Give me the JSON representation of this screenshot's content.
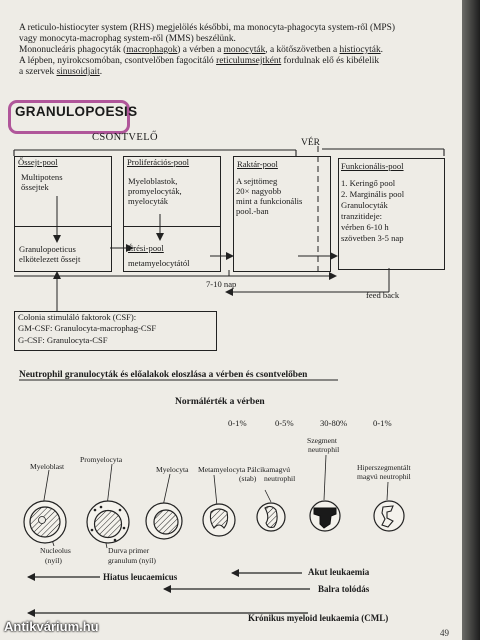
{
  "intro": {
    "l1": "A reticulo-histiocyter system (RHS) megjelölés későbbi, ma monocyta-phagocyta system-ről (MPS)",
    "l2": "vagy monocyta-macrophag system-ről (MMS) beszélünk.",
    "l3a": "Mononucleáris phagocyták (",
    "l3b": "macrophagok",
    "l3c": ") a vérben a ",
    "l3d": "monocyták",
    "l3e": ", a kötőszövetben a ",
    "l3f": "histiocyták",
    "l3g": ".",
    "l4a": "A lépben, nyirokcsomóban, csontvelőben fagocitáló ",
    "l4b": "reticulumsejtként",
    "l4c": " fordulnak elő és kibélelik",
    "l5a": "a szervek ",
    "l5b": "sinusoidjait",
    "l5c": "."
  },
  "granulopoesis": {
    "title": "GRANULOPOESIS",
    "csontvelo": "CSONTVELŐ",
    "ver": "VÉR",
    "ossejt_title": "Őssejt-pool",
    "ossejt_1": "Multipotens",
    "ossejt_2": "őssejtek",
    "ossejt_3": "Granulopoeticus",
    "ossejt_4": "elkötelezett őssejt",
    "prolif_title": "Proliferációs-pool",
    "prolif_1": "Myeloblastok,",
    "prolif_2": "promyelocyták,",
    "prolif_3": "myelocyták",
    "eresi_title": "Érési-pool",
    "eresi_1": "metamyelocytától",
    "raktar_title": "Raktár-pool",
    "raktar_1": "A sejttömeg",
    "raktar_2": "20× nagyobb",
    "raktar_3": "mint a funkcionális",
    "raktar_4": "pool.-ban",
    "funk_title": "Funkcionális-pool",
    "funk_1": "1. Keringő pool",
    "funk_2": "2. Marginális pool",
    "funk_3": "Granulocyták",
    "funk_4": "tranzitideje:",
    "funk_5": "vérben 6-10 h",
    "funk_6": "szövetben 3-5 nap",
    "nap": "7-10 nap",
    "feedback": "feed back",
    "csf_1": "Colonia stimuláló faktorok (CSF):",
    "csf_2": "GM-CSF: Granulocyta-macrophag-CSF",
    "csf_3": "G-CSF: Granulocyta-CSF"
  },
  "neutrophil": {
    "heading": "Neutrophil granulocyták és előalakok eloszlása a vérben és csontvelőben",
    "normal": "Normálérték a vérben",
    "p1": "0-1%",
    "p2": "0-5%",
    "p3": "30-80%",
    "p4": "0-1%",
    "cell_myeloblast": "Myeloblast",
    "cell_promyelocyta": "Promyelocyta",
    "cell_myelocyta": "Myelocyta",
    "cell_metamyelocyta": "Metamyelocyta",
    "cell_pal_1": "Pálcikamagvú",
    "cell_pal_2": "(stab)",
    "cell_pal_3": "neutrophil",
    "cell_szeg_1": "Szegment",
    "cell_szeg_2": "neutrophil",
    "cell_hip_1": "Hiperszegmentált",
    "cell_hip_2": "magvú neutrophil",
    "nucleolus_1": "Nucleolus",
    "nucleolus_2": "(nyíl)",
    "durva_1": "Durva primer",
    "durva_2": "granulum (nyíl)",
    "arrow_hiatus": "Hiatus leucaemicus",
    "arrow_akut": "Akut leukaemia",
    "arrow_balra": "Balra tolódás",
    "arrow_cml": "Krónikus myeloid leukaemia (CML)"
  },
  "watermark": "Antikvárium.hu",
  "page_number": "49"
}
